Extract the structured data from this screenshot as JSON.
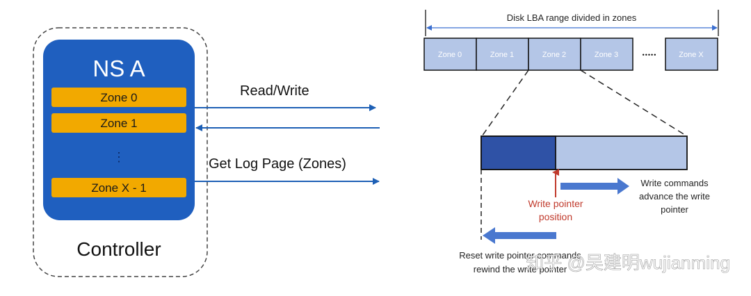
{
  "left_diagram": {
    "ns_label": "NS A",
    "zones": [
      "Zone 0",
      "Zone 1",
      "⋮",
      "Zone X - 1"
    ],
    "controller_label": "Controller",
    "read_write_label": "Read/Write",
    "get_log_page_label": "Get Log Page (Zones)"
  },
  "right_diagram": {
    "range_label": "Disk LBA range divided in zones",
    "zone_cells": [
      "Zone 0",
      "Zone 1",
      "Zone 2",
      "Zone 3"
    ],
    "ellipsis": "•••••",
    "last_zone": "Zone X",
    "write_pointer_label": [
      "Write pointer",
      "position"
    ],
    "write_commands_label": [
      "Write commands",
      "advance the write",
      "pointer"
    ],
    "reset_label": [
      "Reset write pointer commands",
      "rewind the write pointer"
    ]
  },
  "watermark": "知乎 @吴建明wujianming",
  "colors": {
    "ns_blue": "#1f5fbf",
    "zone_orange": "#f2a900",
    "arrow_blue": "#1d5fb5",
    "cell_fill": "#b4c6e7",
    "dark_fill": "#2f52a6",
    "pointer_red": "#c0392b",
    "bar_arrow_blue": "#4a78cf"
  }
}
